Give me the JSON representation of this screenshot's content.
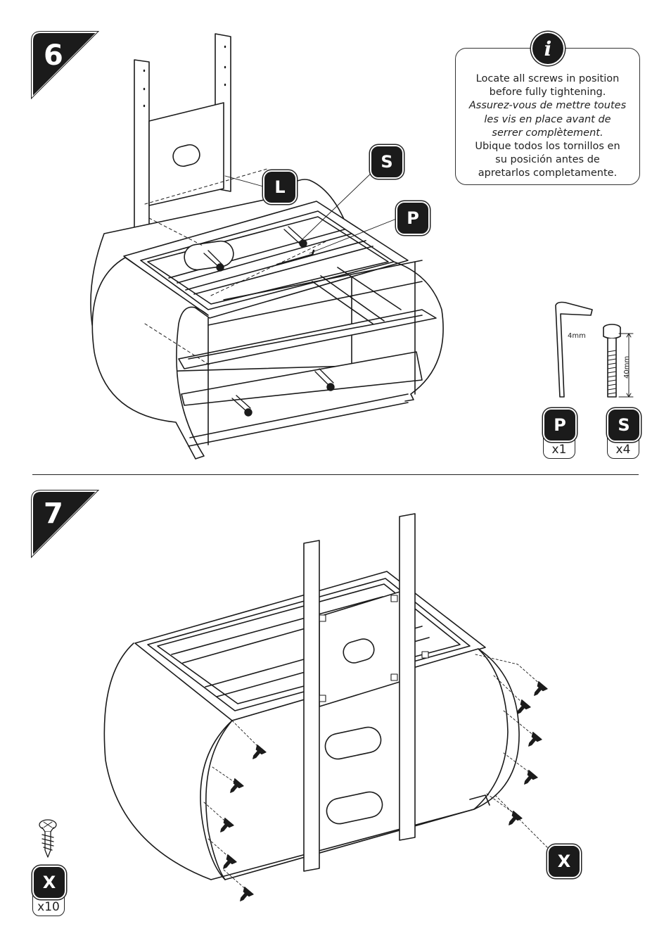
{
  "steps": {
    "step6": "6",
    "step7": "7"
  },
  "info": {
    "icon": "i",
    "line1": "Locate all screws in position",
    "line2": "before fully tightening.",
    "line3": "Assurez-vous de mettre toutes",
    "line4": "les vis en place avant de",
    "line5": "serrer complètement.",
    "line6": "Ubique todos los tornillos en",
    "line7": "su posición antes de",
    "line8": "apretarlos completamente."
  },
  "callouts": {
    "L": "L",
    "S": "S",
    "P": "P",
    "X": "X"
  },
  "parts": {
    "allen_key": {
      "letter": "P",
      "qty": "x1",
      "size": "4mm"
    },
    "bolt": {
      "letter": "S",
      "qty": "x4",
      "length": "40mm"
    },
    "screw": {
      "letter": "X",
      "qty": "x10"
    }
  },
  "colors": {
    "ink": "#1b1b1b",
    "paper": "#ffffff"
  }
}
